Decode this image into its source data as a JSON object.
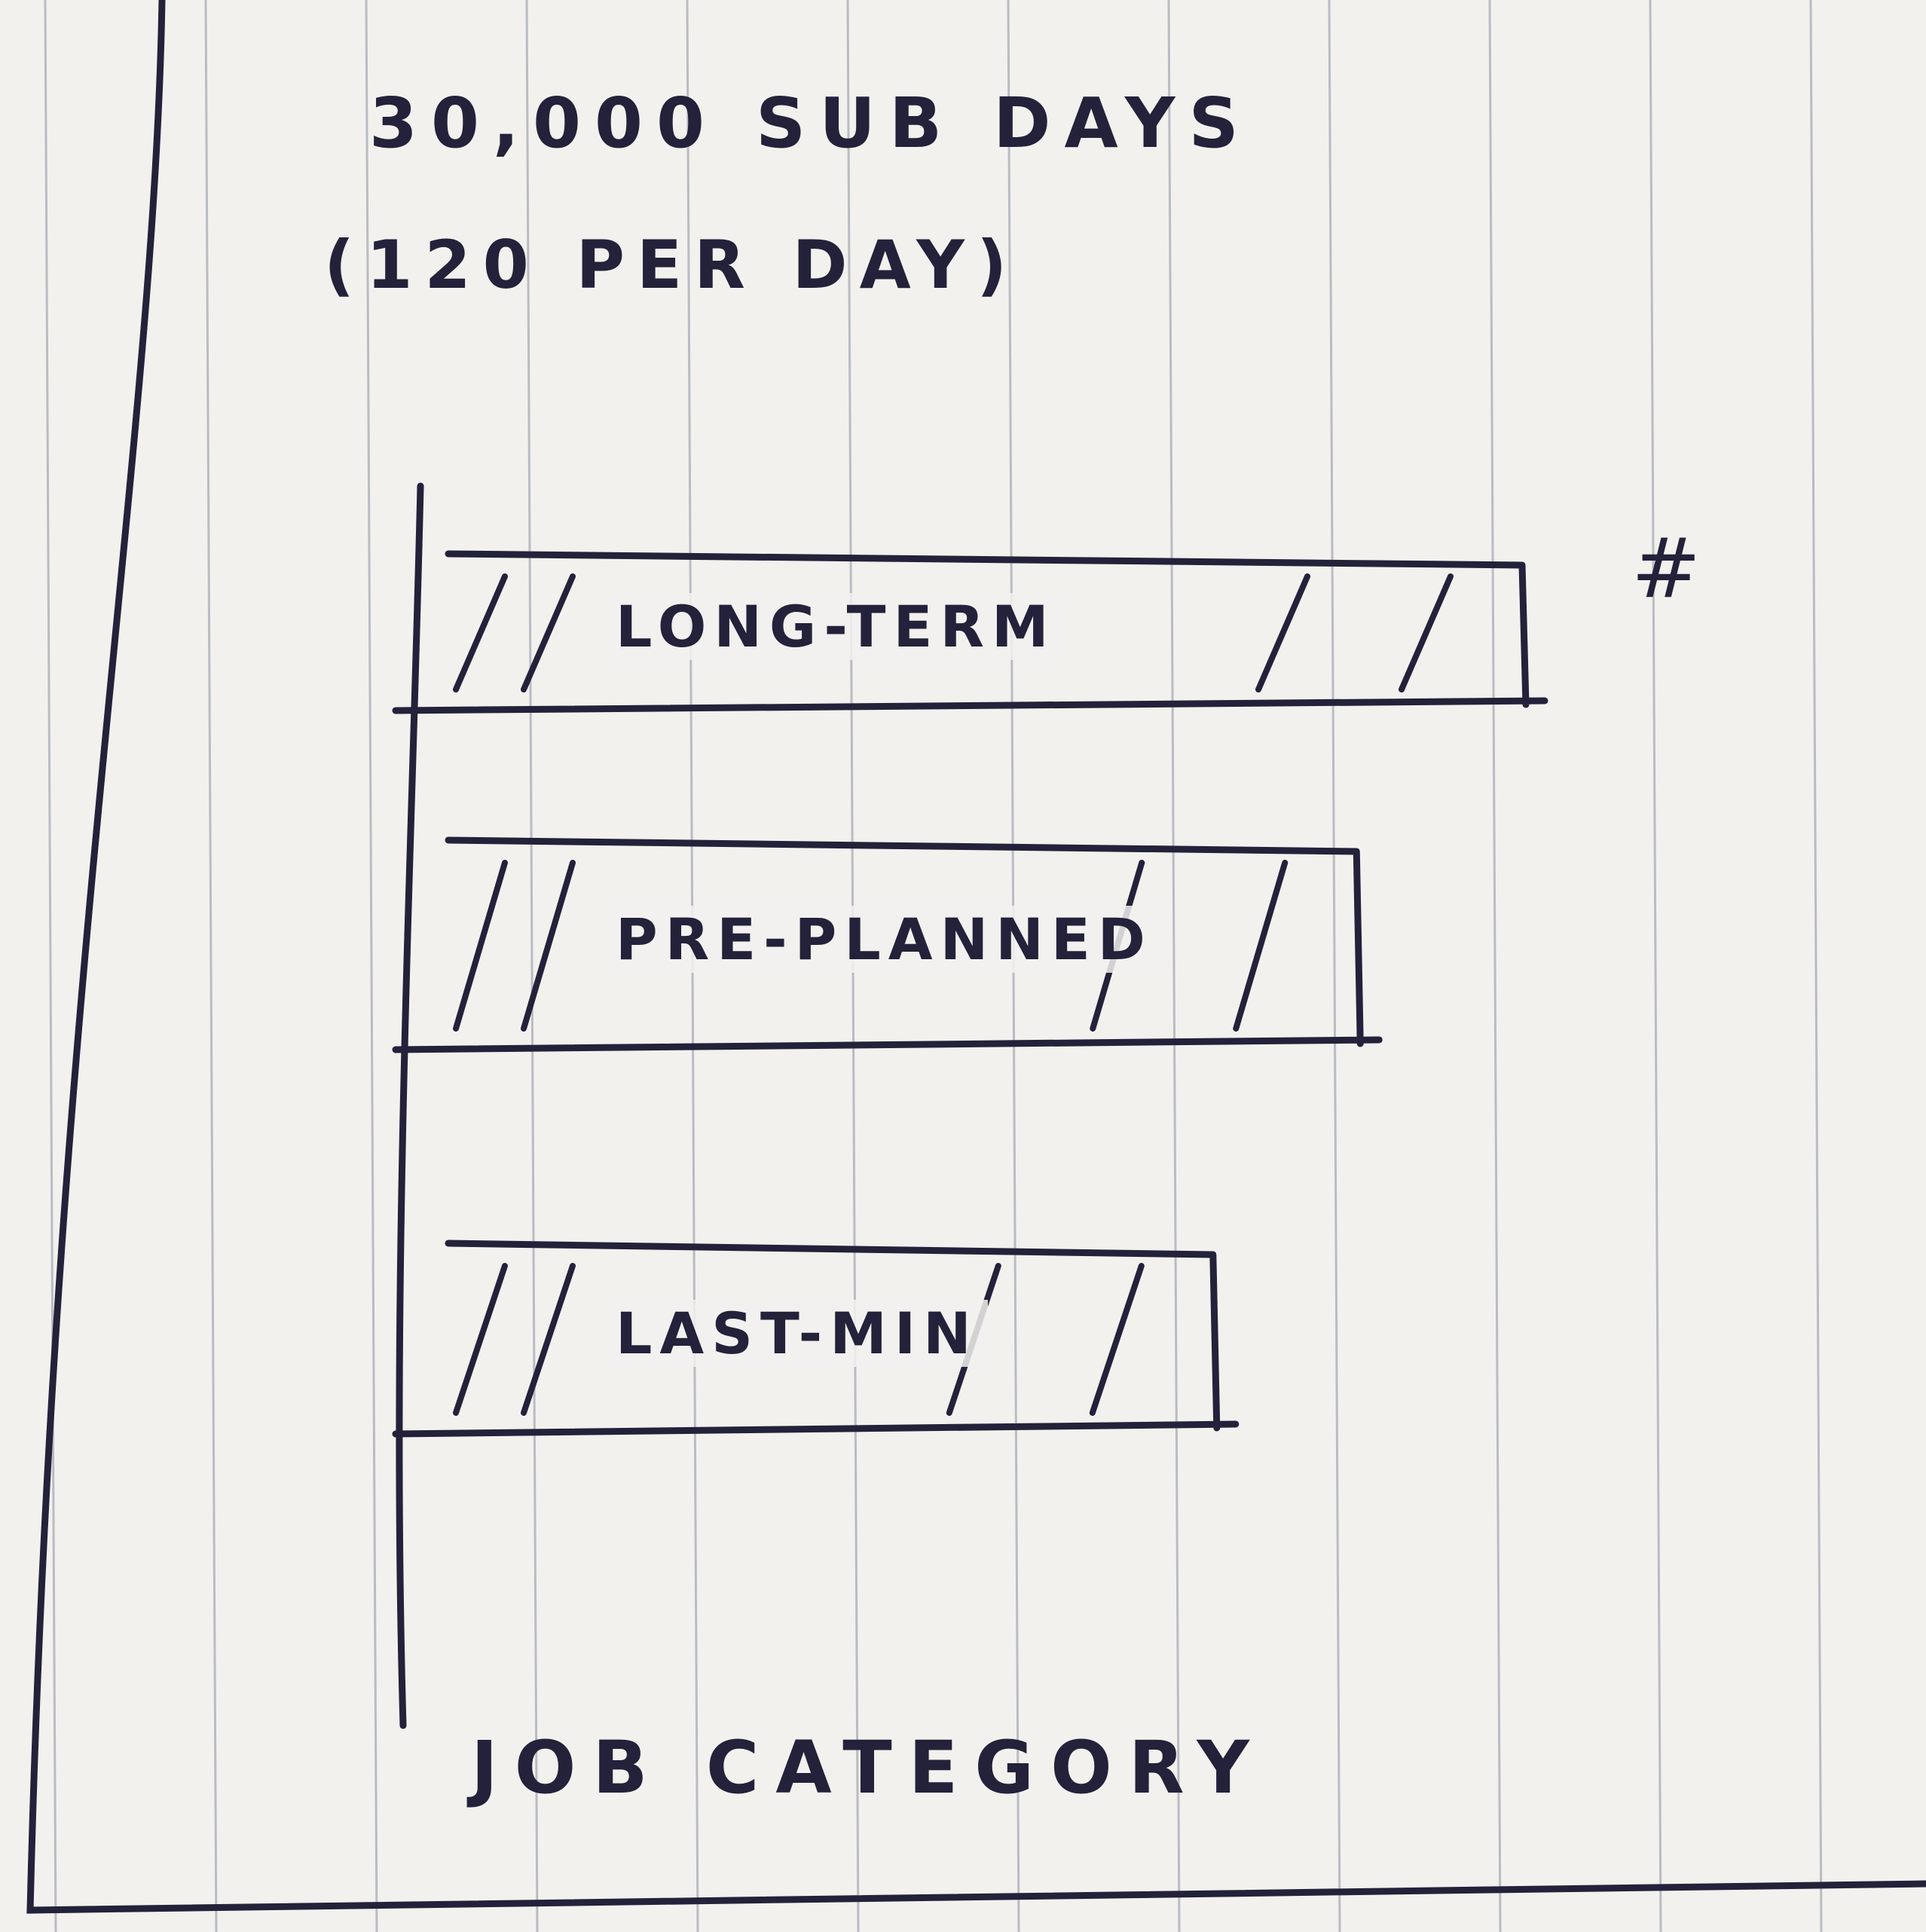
{
  "page": {
    "paper_color": "#f2f1ee",
    "rule_color": "#b9bcc4",
    "ink_color": "#23223a"
  },
  "chart_data": {
    "type": "bar",
    "orientation": "horizontal",
    "title": "30,000 SUB DAYS",
    "subtitle": "(120 PER DAY)",
    "xlabel": "#",
    "ylabel": "JOB CATEGORY",
    "categories": [
      "LONG-TERM",
      "PRE-PLANNED",
      "LAST-MIN"
    ],
    "values": [
      100,
      85,
      72
    ],
    "grid": false,
    "legend": "none",
    "hatched": true
  }
}
